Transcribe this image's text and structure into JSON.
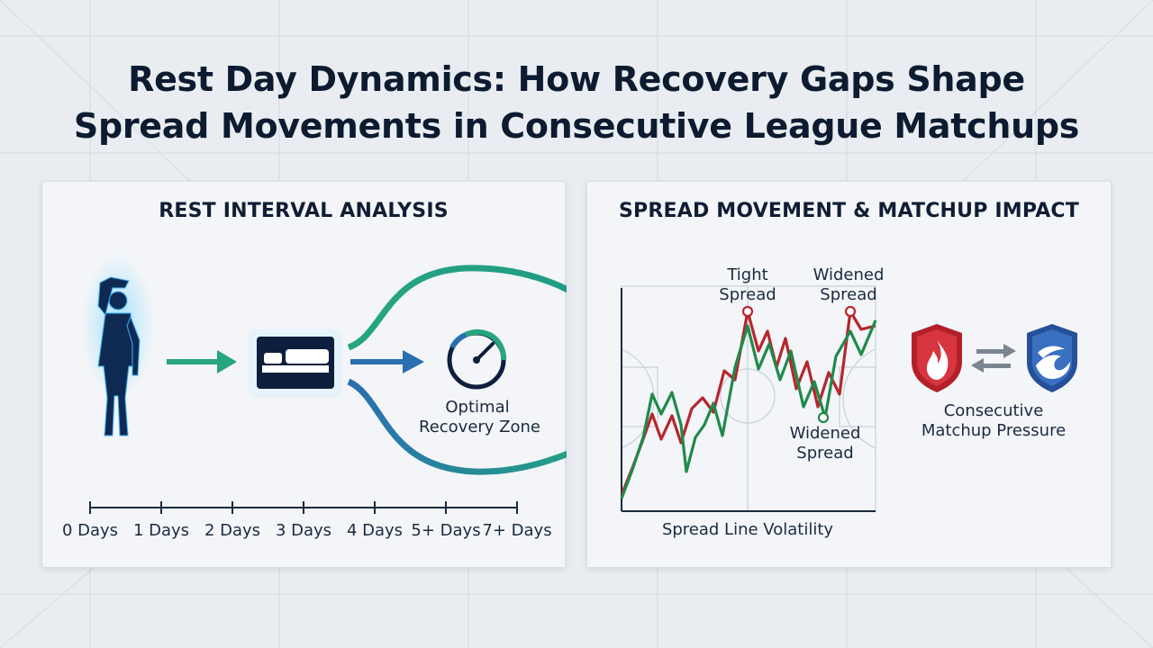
{
  "title": {
    "line1": "Rest Day Dynamics: How Recovery Gaps Shape",
    "line2": "Spread Movements in Consecutive League Matchups"
  },
  "left_panel": {
    "title": "REST INTERVAL ANALYSIS",
    "icons": [
      "athlete-stretch-icon",
      "bed-icon",
      "gauge-icon"
    ],
    "gauge_label_line1": "Optimal",
    "gauge_label_line2": "Recovery Zone",
    "timeline": [
      "0 Days",
      "1 Days",
      "2 Days",
      "3 Days",
      "4 Days",
      "5+ Days",
      "7+ Days"
    ],
    "colors": {
      "teal": "#27a57f",
      "blue": "#2a6fb0",
      "navy": "#0e1f3d"
    }
  },
  "right_panel": {
    "title": "SPREAD MOVEMENT & MATCHUP IMPACT",
    "annotations": {
      "tight_line1": "Tight",
      "tight_line2": "Spread",
      "widened_top_line1": "Widened",
      "widened_top_line2": "Spread",
      "widened_bottom_line1": "Widened",
      "widened_bottom_line2": "Spread"
    },
    "chart_xlabel": "Spread Line Volatility",
    "matchup_label_line1": "Consecutive",
    "matchup_label_line2": "Matchup Pressure",
    "icons": [
      "flame-shield-icon",
      "swap-arrows-icon",
      "wave-shield-icon"
    ],
    "colors": {
      "red_series": "#b8252d",
      "green_series": "#1f8a4a",
      "red_shield": "#b3202a",
      "blue_shield": "#24509a"
    }
  }
}
